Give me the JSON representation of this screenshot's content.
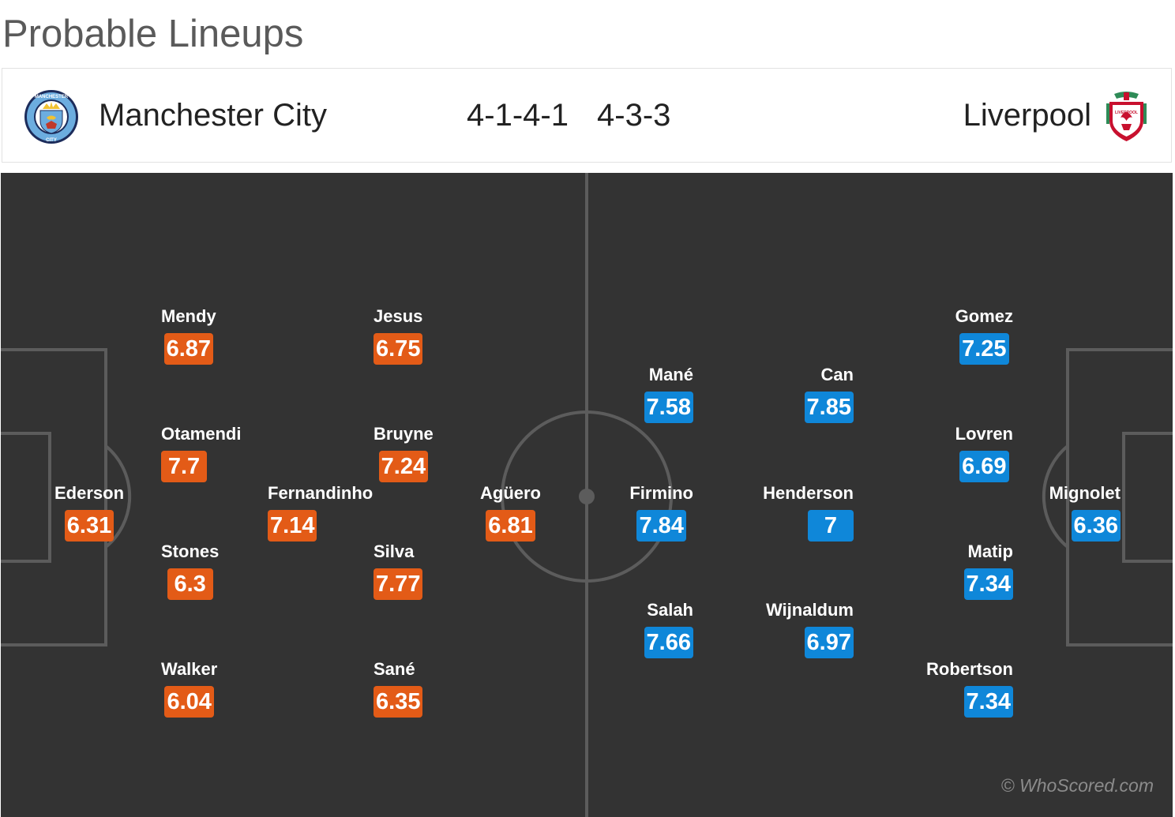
{
  "page_title": "Probable Lineups",
  "home": {
    "name": "Manchester City",
    "formation": "4-1-4-1",
    "crest_text_top": "MANCHESTER",
    "crest_text_bottom": "CITY",
    "color": "#e35b17",
    "players": [
      {
        "name": "Mendy",
        "rating": "6.87"
      },
      {
        "name": "Jesus",
        "rating": "6.75"
      },
      {
        "name": "Otamendi",
        "rating": "7.7"
      },
      {
        "name": "Bruyne",
        "rating": "7.24"
      },
      {
        "name": "Ederson",
        "rating": "6.31"
      },
      {
        "name": "Fernandinho",
        "rating": "7.14"
      },
      {
        "name": "Agüero",
        "rating": "6.81"
      },
      {
        "name": "Stones",
        "rating": "6.3"
      },
      {
        "name": "Silva",
        "rating": "7.77"
      },
      {
        "name": "Walker",
        "rating": "6.04"
      },
      {
        "name": "Sané",
        "rating": "6.35"
      }
    ]
  },
  "away": {
    "name": "Liverpool",
    "formation": "4-3-3",
    "crest_text": "LIVERPOOL",
    "color": "#0f87d9",
    "players": [
      {
        "name": "Gomez",
        "rating": "7.25"
      },
      {
        "name": "Mané",
        "rating": "7.58"
      },
      {
        "name": "Can",
        "rating": "7.85"
      },
      {
        "name": "Lovren",
        "rating": "6.69"
      },
      {
        "name": "Firmino",
        "rating": "7.84"
      },
      {
        "name": "Henderson",
        "rating": "7"
      },
      {
        "name": "Mignolet",
        "rating": "6.36"
      },
      {
        "name": "Matip",
        "rating": "7.34"
      },
      {
        "name": "Salah",
        "rating": "7.66"
      },
      {
        "name": "Wijnaldum",
        "rating": "6.97"
      },
      {
        "name": "Robertson",
        "rating": "7.34"
      }
    ]
  },
  "watermark": "© WhoScored.com"
}
